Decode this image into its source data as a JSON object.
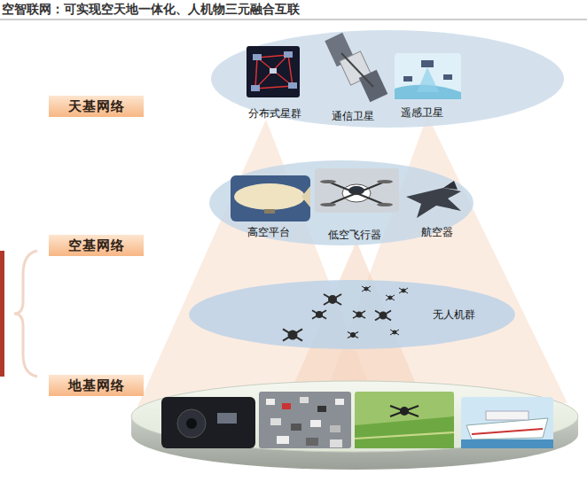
{
  "diagram": {
    "title": "空智联网：可实现空天地一体化、人机物三元融合互联",
    "nodes": [
      {
        "text": [
          "天基网络"
        ]
      },
      {
        "text": [
          "分布式星群",
          "通信卫星",
          "遥感卫星"
        ]
      },
      {
        "text": [
          "空基网络"
        ]
      },
      {
        "text": [
          "高空平台",
          "低空飞行器",
          "航空器"
        ]
      },
      {
        "text": [
          "无人机群"
        ]
      },
      {
        "text": [
          "地基网络"
        ]
      }
    ]
  }
}
